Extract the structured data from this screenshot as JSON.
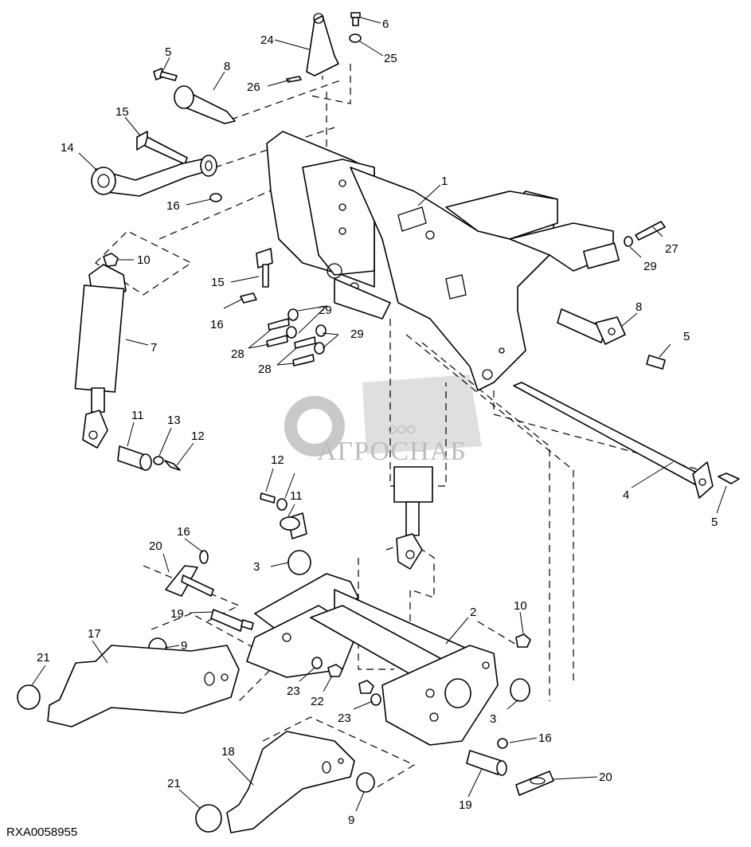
{
  "figure_code": "RXA0058955",
  "watermark": {
    "prefix": "ООО",
    "name": "АГРОСНАБ"
  },
  "callouts": [
    {
      "id": "c24",
      "text": "24"
    },
    {
      "id": "c6",
      "text": "6"
    },
    {
      "id": "c25",
      "text": "25"
    },
    {
      "id": "c26",
      "text": "26"
    },
    {
      "id": "c5a",
      "text": "5"
    },
    {
      "id": "c8a",
      "text": "8"
    },
    {
      "id": "c15a",
      "text": "15"
    },
    {
      "id": "c14",
      "text": "14"
    },
    {
      "id": "c16a",
      "text": "16"
    },
    {
      "id": "c1",
      "text": "1"
    },
    {
      "id": "c27",
      "text": "27"
    },
    {
      "id": "c29a",
      "text": "29"
    },
    {
      "id": "c10a",
      "text": "10"
    },
    {
      "id": "c15b",
      "text": "15"
    },
    {
      "id": "c16b",
      "text": "16"
    },
    {
      "id": "c29b",
      "text": "29"
    },
    {
      "id": "c28a",
      "text": "28"
    },
    {
      "id": "c29c",
      "text": "29"
    },
    {
      "id": "c28b",
      "text": "28"
    },
    {
      "id": "c7",
      "text": "7"
    },
    {
      "id": "c8b",
      "text": "8"
    },
    {
      "id": "c5b",
      "text": "5"
    },
    {
      "id": "c11a",
      "text": "11"
    },
    {
      "id": "c13",
      "text": "13"
    },
    {
      "id": "c12a",
      "text": "12"
    },
    {
      "id": "c12b",
      "text": "12"
    },
    {
      "id": "c11b",
      "text": "11"
    },
    {
      "id": "c4",
      "text": "4"
    },
    {
      "id": "c5c",
      "text": "5"
    },
    {
      "id": "c16c",
      "text": "16"
    },
    {
      "id": "c20a",
      "text": "20"
    },
    {
      "id": "c3a",
      "text": "3"
    },
    {
      "id": "c2",
      "text": "2"
    },
    {
      "id": "c19a",
      "text": "19"
    },
    {
      "id": "c10b",
      "text": "10"
    },
    {
      "id": "c17",
      "text": "17"
    },
    {
      "id": "c9a",
      "text": "9"
    },
    {
      "id": "c21a",
      "text": "21"
    },
    {
      "id": "c23a",
      "text": "23"
    },
    {
      "id": "c22",
      "text": "22"
    },
    {
      "id": "c23b",
      "text": "23"
    },
    {
      "id": "c3b",
      "text": "3"
    },
    {
      "id": "c16d",
      "text": "16"
    },
    {
      "id": "c18",
      "text": "18"
    },
    {
      "id": "c21b",
      "text": "21"
    },
    {
      "id": "c9b",
      "text": "9"
    },
    {
      "id": "c19b",
      "text": "19"
    },
    {
      "id": "c20b",
      "text": "20"
    }
  ]
}
